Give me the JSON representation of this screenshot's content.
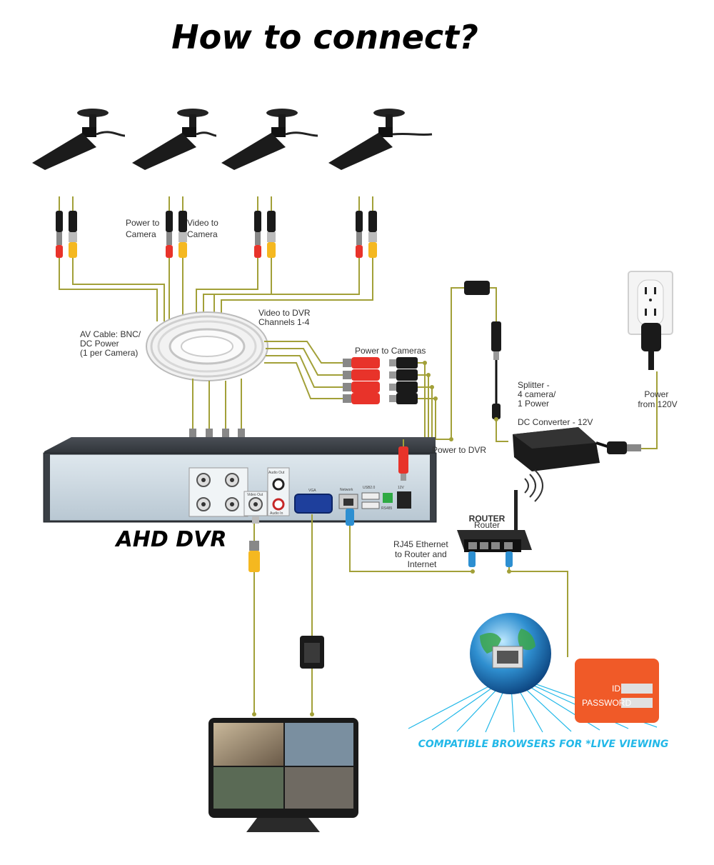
{
  "title": "How to connect?",
  "device_name": "AHD DVR",
  "labels": {
    "power_to_camera": [
      "Power to",
      "Camera"
    ],
    "video_to_camera": [
      "Video to",
      "Camera"
    ],
    "av_cable": [
      "AV Cable: BNC/",
      "DC Power",
      "(1 per Camera)"
    ],
    "video_to_dvr": [
      "Video to DVR",
      "Channels 1-4"
    ],
    "power_to_cameras": "Power to Cameras",
    "splitter": [
      "Splitter -",
      "4 camera/",
      "1 Power"
    ],
    "dc_converter": "DC Converter - 12V",
    "power_from": [
      "Power",
      "from 120V"
    ],
    "power_to_dvr": "Power to DVR",
    "rj45": [
      "RJ45 Ethernet",
      "to Router and",
      "Internet"
    ],
    "router": "ROUTER",
    "router_sub": "Router",
    "browsers": "COMPATIBLE BROWSERS FOR *LIVE VIEWING",
    "login_id": "ID",
    "login_password": "PASSWORD"
  },
  "dvr_panel": {
    "audio_out": "Audio Out",
    "video_out": "Video Out",
    "audio_in": "Audio In",
    "vga": "VGA",
    "network": "Network",
    "usb": "USB2.0",
    "rs485": "RS485",
    "power_in": "12V"
  },
  "colors": {
    "wire": "#a2a038",
    "browsers_text": "#22b8e8",
    "login_panel": "#f05a28",
    "dvr_body": "#c9d6e0"
  }
}
